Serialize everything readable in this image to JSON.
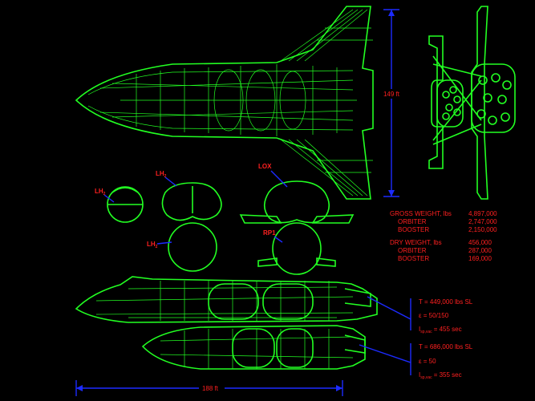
{
  "dimensions": {
    "height": "149 ft",
    "length": "188 ft"
  },
  "section_labels": {
    "lh2_small": "LH",
    "lh2_mid": "LH",
    "lh2_low": "LH",
    "lox": "LOX",
    "rp1": "RP1",
    "sub2": "2"
  },
  "weights": {
    "gross_title": "GROSS WEIGHT, lbs",
    "gross_value": "4,897,000",
    "orbiter_label": "ORBITER",
    "gross_orbiter": "2,747,000",
    "booster_label": "BOOSTER",
    "gross_booster": "2,150,000",
    "dry_title": "DRY WEIGHT, lbs",
    "dry_value": "456,000",
    "dry_orbiter": "287,000",
    "dry_booster": "169,000"
  },
  "engines": {
    "orbiter_thrust": "T = 449,000 lbs SL",
    "orbiter_ratio": "ε = 50/150",
    "orbiter_isp_base": "I",
    "orbiter_isp_sub": "sp,vac",
    "orbiter_isp_value": "= 455 sec",
    "booster_thrust": "T = 686,000 lbs SL",
    "booster_ratio": "ε = 50",
    "booster_isp_base": "I",
    "booster_isp_sub": "sp,vac",
    "booster_isp_value": "= 355 sec"
  },
  "colors": {
    "wireframe": "#22ff22",
    "labels": "#ff2020",
    "leaders": "#1c2bff",
    "background": "#000000"
  }
}
